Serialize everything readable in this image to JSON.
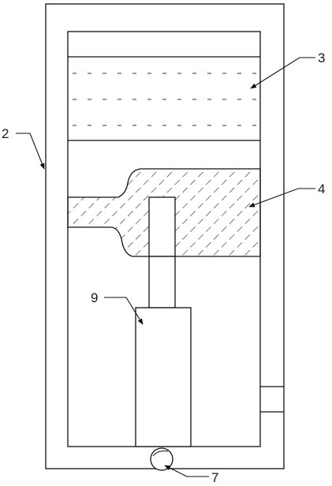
{
  "labels": {
    "housing": "2",
    "upper_chamber": "3",
    "hatched_block": "4",
    "roller": "7",
    "cylinder": "9"
  }
}
